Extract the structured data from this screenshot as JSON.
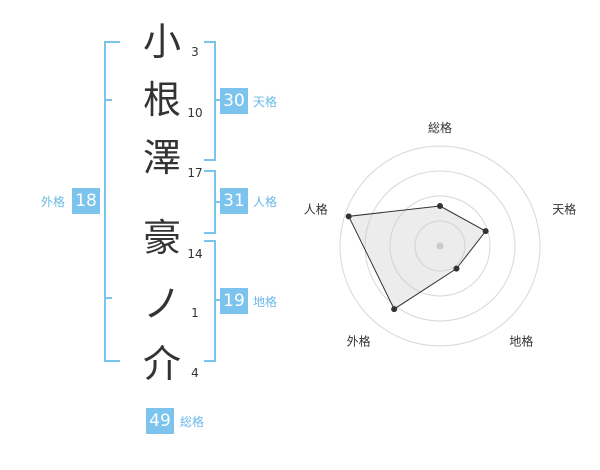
{
  "characters": [
    {
      "char": "小",
      "strokes": "3"
    },
    {
      "char": "根",
      "strokes": "10"
    },
    {
      "char": "澤",
      "strokes": "17"
    },
    {
      "char": "豪",
      "strokes": "14"
    },
    {
      "char": "ノ",
      "strokes": "1"
    },
    {
      "char": "介",
      "strokes": "4"
    }
  ],
  "fortunes": {
    "tenkaku": {
      "value": "30",
      "label": "天格"
    },
    "jinkaku": {
      "value": "31",
      "label": "人格"
    },
    "chikaku": {
      "value": "19",
      "label": "地格"
    },
    "gaikaku": {
      "value": "18",
      "label": "外格"
    },
    "soukaku": {
      "value": "49",
      "label": "総格"
    }
  },
  "radar": {
    "axes": [
      "総格",
      "天格",
      "地格",
      "外格",
      "人格"
    ],
    "values": [
      0.4,
      0.48,
      0.28,
      0.78,
      0.96
    ],
    "rings": 4
  },
  "colors": {
    "accent": "#7cc4ee",
    "badge_text": "#ffffff",
    "char_text": "#333333",
    "radar_line": "#333333"
  }
}
